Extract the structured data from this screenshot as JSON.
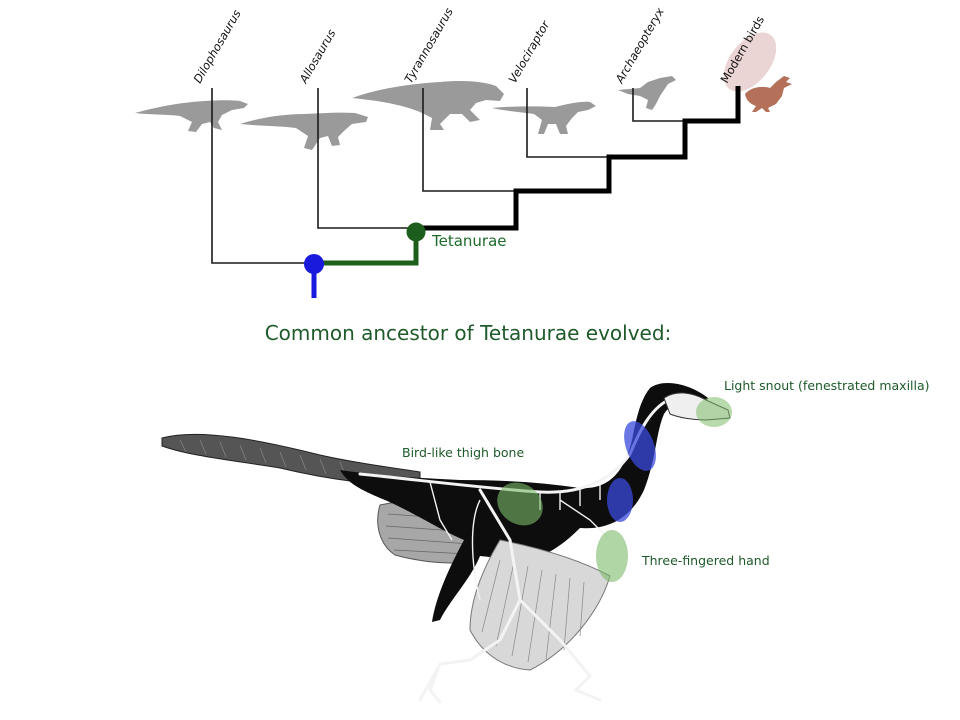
{
  "taxa": [
    {
      "name": "Dilophosaurus"
    },
    {
      "name": "Allosaurus"
    },
    {
      "name": "Tyrannosaurus"
    },
    {
      "name": "Velociraptor"
    },
    {
      "name": "Archaeopteryx"
    },
    {
      "name": "Modern birds"
    }
  ],
  "nodes": {
    "tetanurae_label": "Tetanurae"
  },
  "heading": "Common ancestor of Tetanurae evolved:",
  "annotations": {
    "snout": "Light snout (fenestrated maxilla)",
    "thigh": "Bird-like thigh bone",
    "hand": "Three-fingered hand"
  },
  "colors": {
    "thin_line": "#1a1a1a",
    "thick_line": "#000000",
    "blue_node": "#1a1adc",
    "green_node": "#1d5e1d",
    "silhouette": "#9a9a9a",
    "bird_brown": "#b5705a",
    "highlight_pink": "#e8cccc",
    "highlight_green": "#7dbb6a",
    "highlight_blue": "#3a4adc",
    "label_green": "#1e5a2a"
  }
}
